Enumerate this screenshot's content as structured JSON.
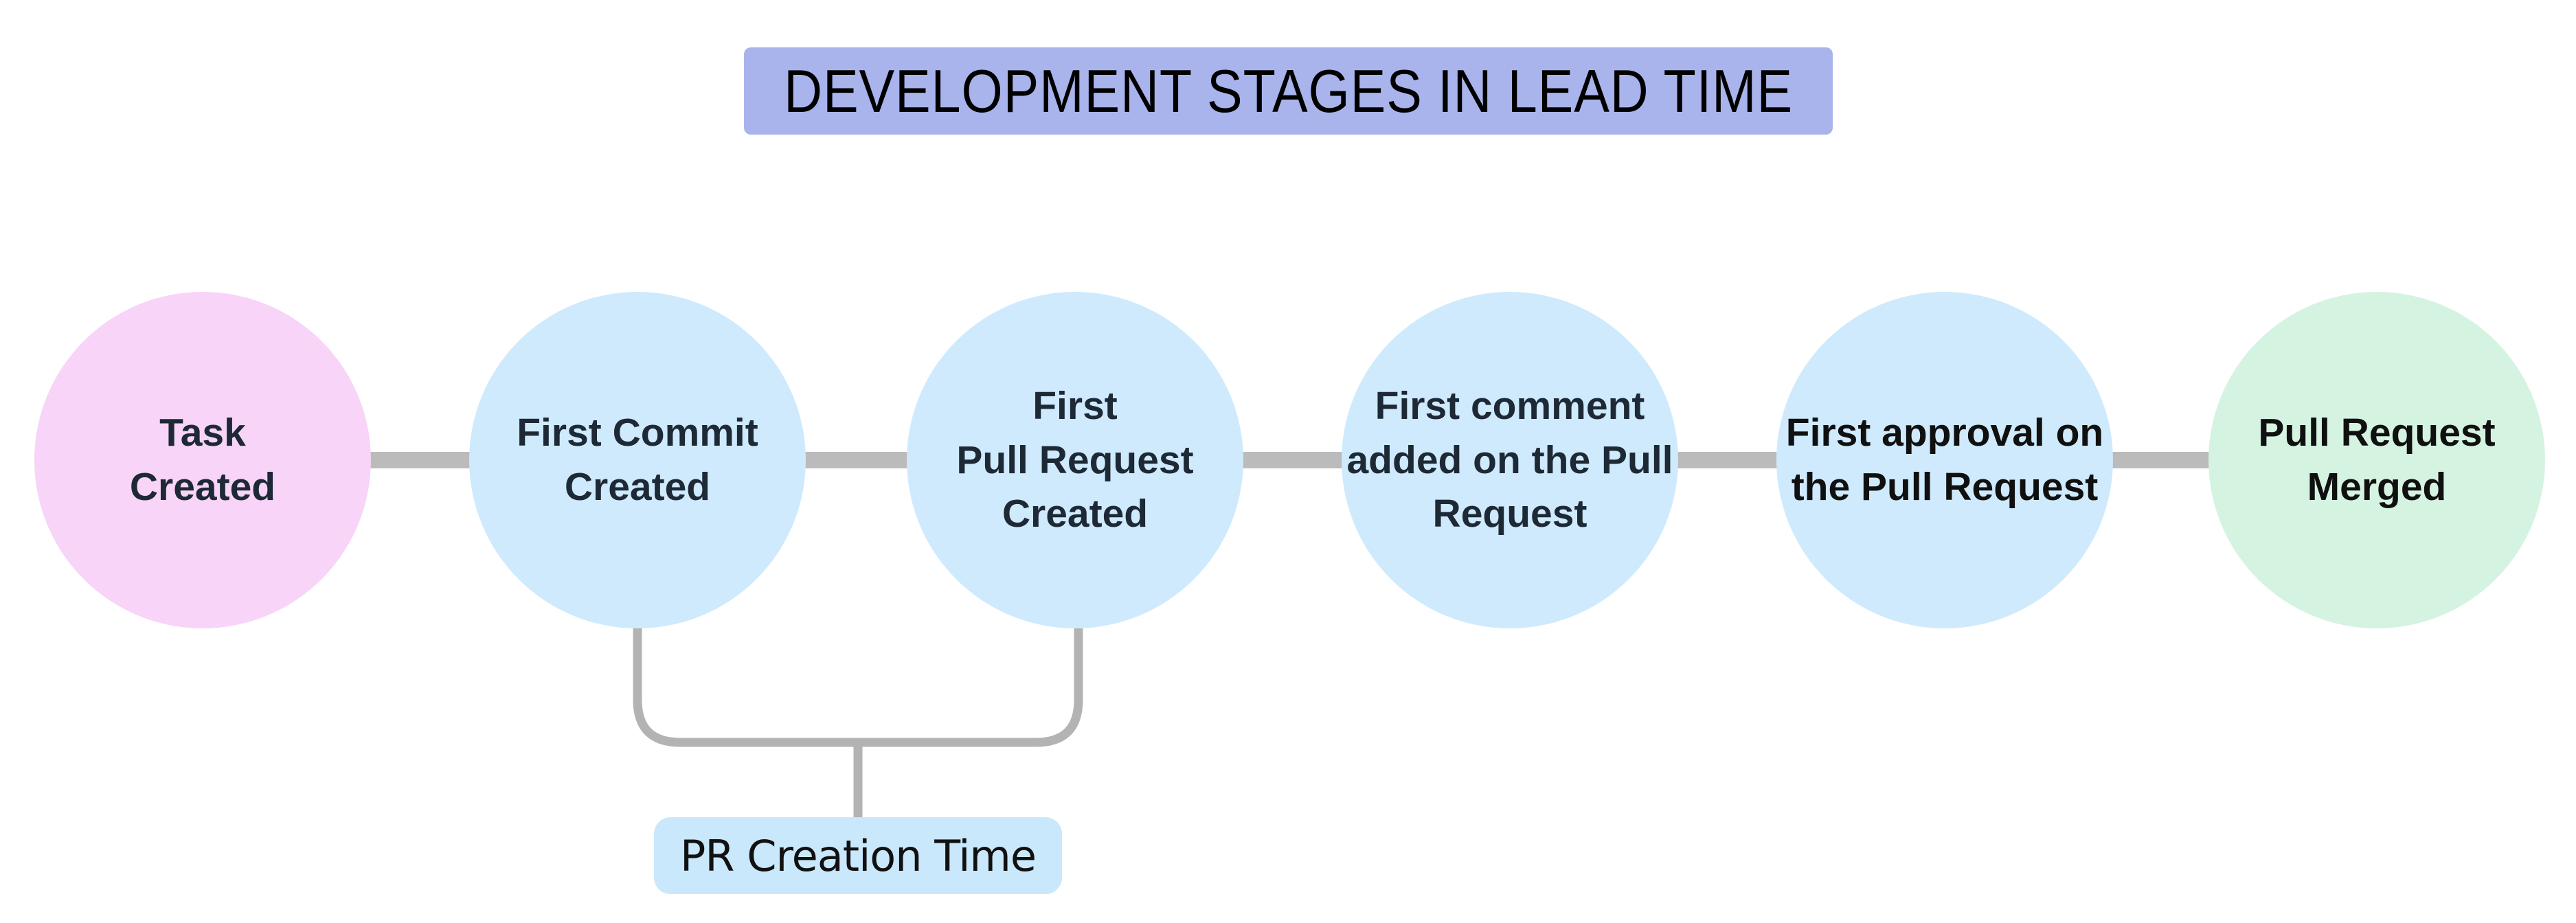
{
  "title": {
    "text": "DEVELOPMENT STAGES IN LEAD TIME",
    "bg": "#a9b4ec",
    "text_color": "#000000"
  },
  "stages": [
    {
      "label": "Task\nCreated",
      "fill": "#f7d4f8",
      "text_color": "#1e2936"
    },
    {
      "label": "First Commit\nCreated",
      "fill": "#cfeafd",
      "text_color": "#1e2936"
    },
    {
      "label": "First\nPull Request\nCreated",
      "fill": "#cfeafd",
      "text_color": "#1e2936"
    },
    {
      "label": "First comment\nadded on the Pull\nRequest",
      "fill": "#cfeafd",
      "text_color": "#1e2936"
    },
    {
      "label": "First approval on\nthe Pull Request",
      "fill": "#cfeafd",
      "text_color": "#101010"
    },
    {
      "label": "Pull Request\nMerged",
      "fill": "#d5f3e1",
      "text_color": "#101010"
    }
  ],
  "connector": {
    "line_color": "#bbbbbb",
    "bracket_color": "#b3b3b3"
  },
  "annotation": {
    "label": "PR Creation Time",
    "bg": "#c9e8fb",
    "text_color": "#111111"
  }
}
